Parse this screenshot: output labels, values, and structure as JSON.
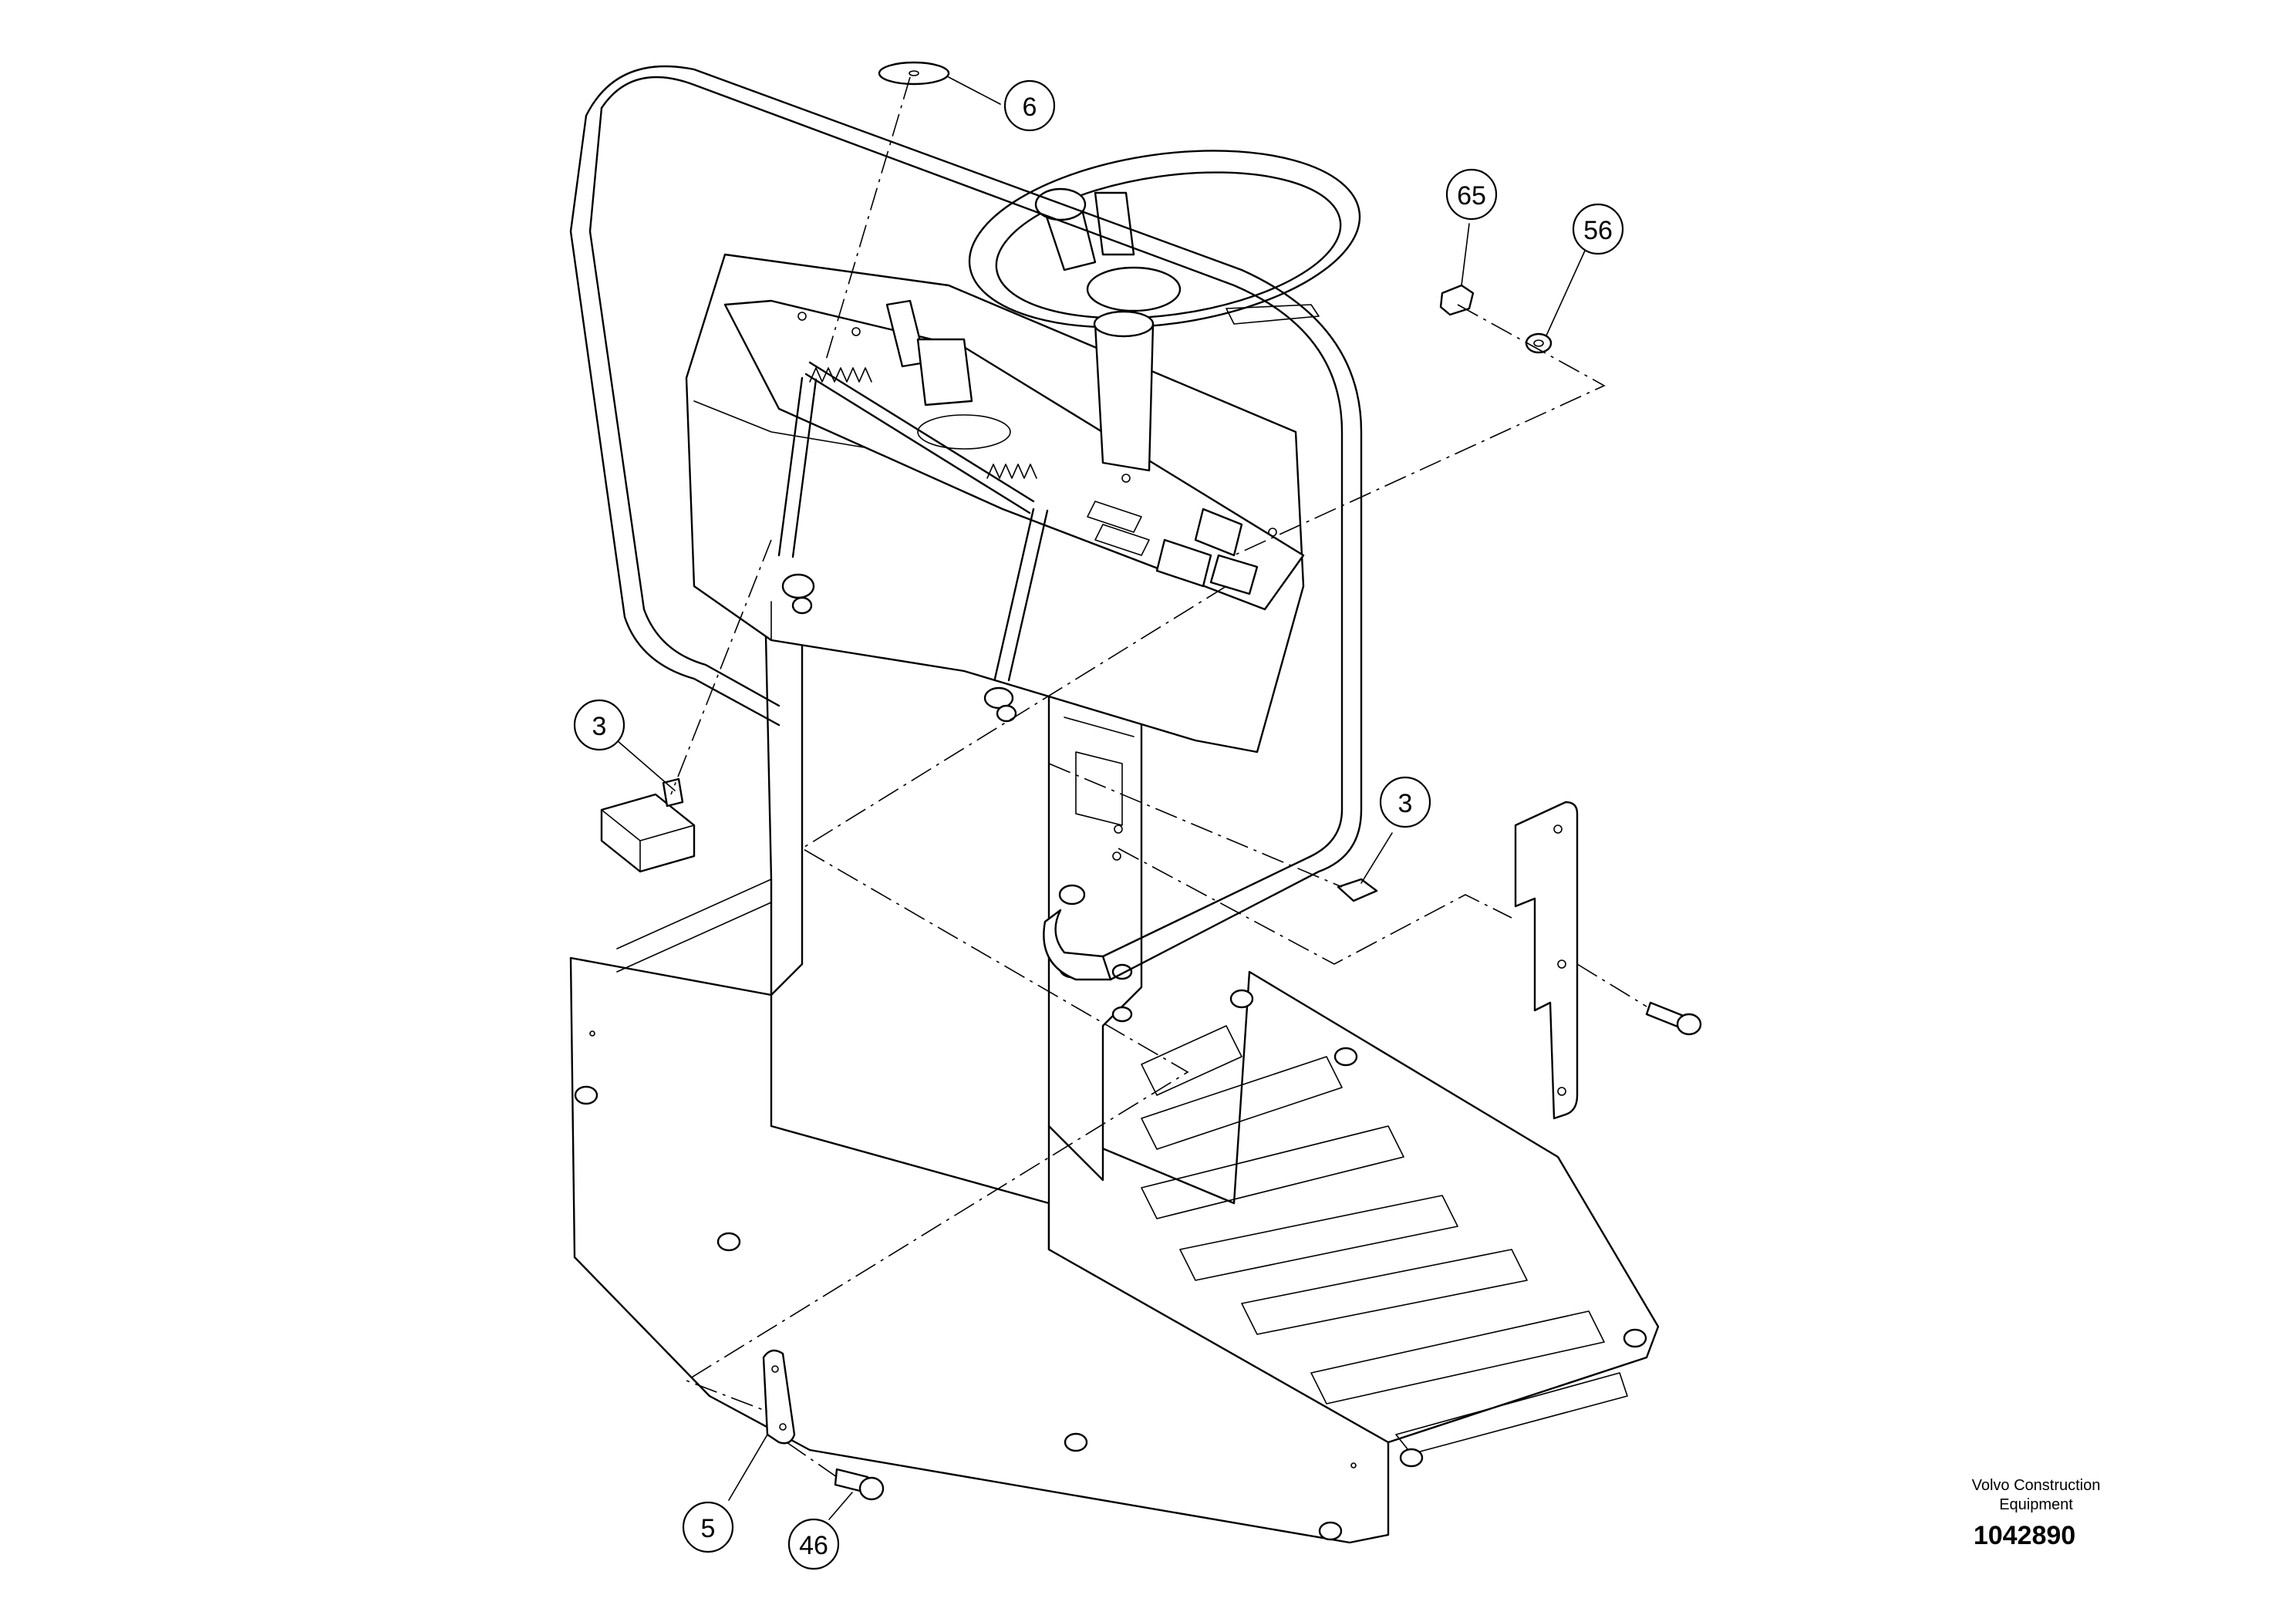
{
  "callouts": [
    {
      "id": "6",
      "label": "6"
    },
    {
      "id": "65",
      "label": "65"
    },
    {
      "id": "56",
      "label": "56"
    },
    {
      "id": "3a",
      "label": "3"
    },
    {
      "id": "3b",
      "label": "3"
    },
    {
      "id": "5",
      "label": "5"
    },
    {
      "id": "46",
      "label": "46"
    }
  ],
  "footer": {
    "company_line1": "Volvo Construction",
    "company_line2": "Equipment",
    "drawing_number": "1042890"
  }
}
